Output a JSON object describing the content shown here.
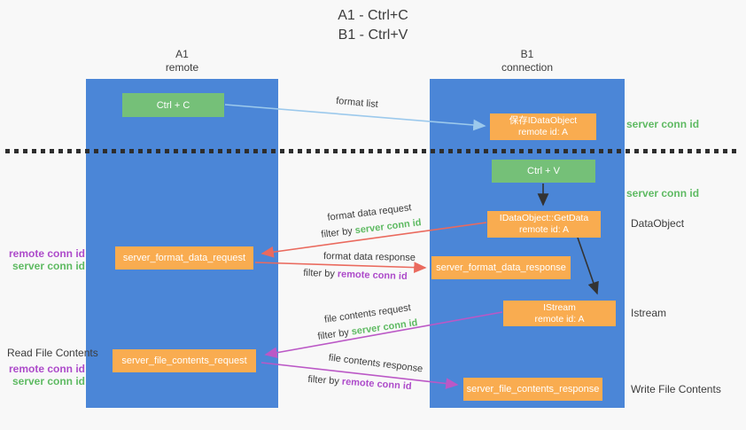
{
  "title": {
    "line1": "A1 - Ctrl+C",
    "line2": "B1 - Ctrl+V"
  },
  "columns": [
    {
      "name": "A1",
      "subtitle": "remote"
    },
    {
      "name": "B1",
      "subtitle": "connection"
    }
  ],
  "nodes": {
    "ctrl_c": "Ctrl + C",
    "ctrl_v": "Ctrl + V",
    "save_idataobject": {
      "line1": "保存IDataObject",
      "line2": "remote id: A"
    },
    "idataobject_getdata": {
      "line1": "IDataObject::GetData",
      "line2": "remote id: A"
    },
    "istream": {
      "line1": "IStream",
      "line2": "remote id: A"
    },
    "format_data_request": "server_format_data_request",
    "format_data_response": "server_format_data_response",
    "file_contents_request": "server_file_contents_request",
    "file_contents_response": "server_file_contents_response"
  },
  "edge_labels": {
    "format_list": "format list",
    "format_data_request": "format data request",
    "format_data_response": "format data response",
    "file_contents_request": "file contents request",
    "file_contents_response": "file contents response",
    "filter_by": "filter by ",
    "server_conn_id": "server conn id",
    "remote_conn_id": "remote conn id"
  },
  "side_labels": {
    "server_conn_id_1": "server conn id",
    "server_conn_id_2": "server conn id",
    "dataobject": "DataObject",
    "istream": "Istream",
    "read_file_contents": "Read File Contents",
    "write_file_contents": "Write File Contents",
    "remote_conn_id": "remote conn id",
    "server_conn_id": "server conn id"
  },
  "colors": {
    "background": "#f8f8f8",
    "column_blue": "#4b86d7",
    "box_orange": "#f9ac50",
    "box_green": "#75c078",
    "arrow_red": "#ea6a5e",
    "arrow_purple": "#bb58c6",
    "arrow_blue": "#9cc9ec",
    "arrow_black": "#333333",
    "text_dark": "#3c3c3c",
    "label_green": "#5eba62",
    "label_purple": "#ad4bca"
  }
}
